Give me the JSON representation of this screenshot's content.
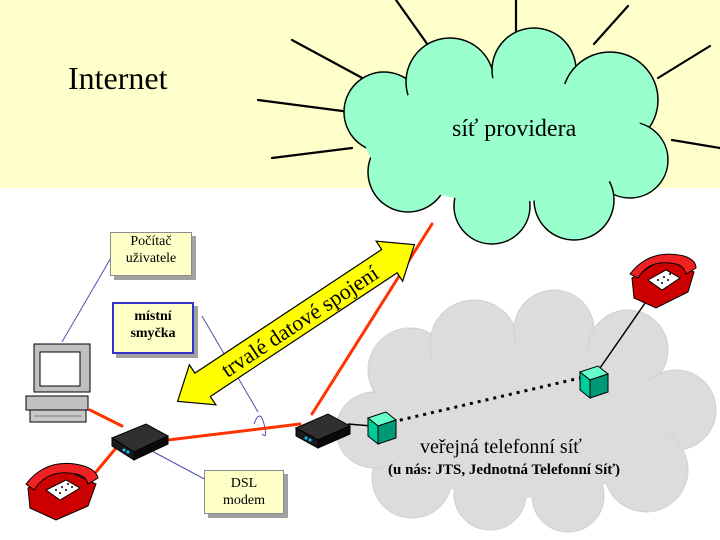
{
  "internet_label": "Internet",
  "provider_cloud_label": "síť providera",
  "connection_arrow_label": "trvalé datové spojení",
  "computer_box": {
    "line1": "Počítač",
    "line2": "uživatele"
  },
  "local_loop_box": {
    "line1": "místní",
    "line2": "smyčka"
  },
  "dsl_box": {
    "line1": "DSL",
    "line2": "modem"
  },
  "phone_network_label": "veřejná telefonní síť",
  "phone_network_note": "(u nás: JTS, Jednotná Telefonní Síť)",
  "colors": {
    "internet_band": "#ffffcc",
    "provider_cloud": "#99ffcc",
    "phone_cloud": "#dcdcdc",
    "arrow_fill": "#ffff00",
    "dsl_line": "#ff3300",
    "switch_green": "#00cc99",
    "phone_red": "#cc0000"
  },
  "icons": [
    "computer-icon",
    "telephone-icon",
    "dsl-modem-icon",
    "exchange-switch-icon",
    "sunburst-rays"
  ]
}
